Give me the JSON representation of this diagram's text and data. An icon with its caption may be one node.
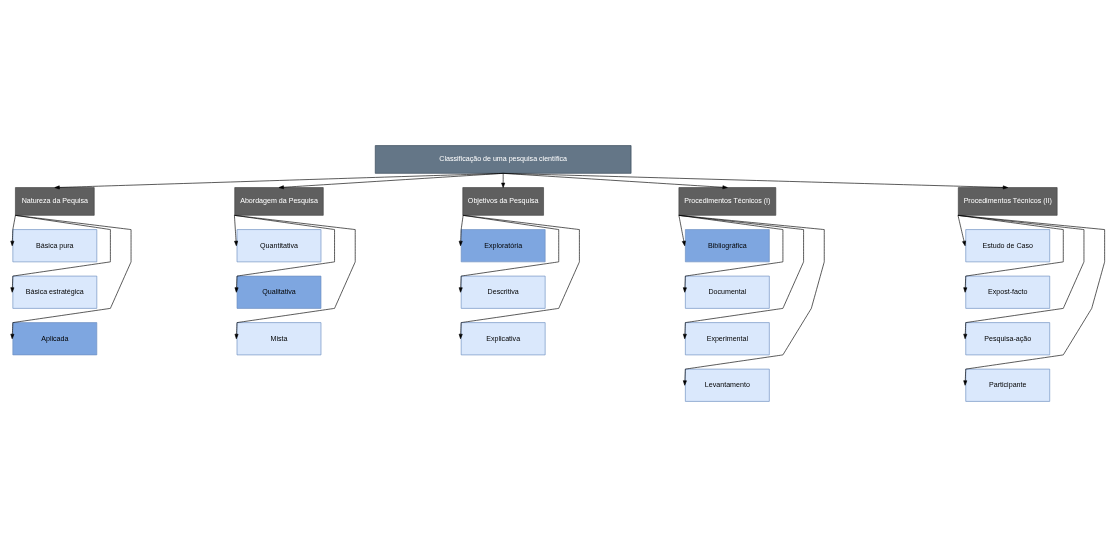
{
  "diagram": {
    "nodes": [
      {
        "text": [
          "Classificação de uma pesquisa científica"
        ]
      },
      {
        "text": [
          "Natureza da Pequisa"
        ]
      },
      {
        "text": [
          "Abordagem da Pesquisa"
        ]
      },
      {
        "text": [
          "Objetivos da Pesquisa"
        ]
      },
      {
        "text": [
          "Procedimentos Técnicos (I)"
        ]
      },
      {
        "text": [
          "Procedimentos Técnicos (II)"
        ]
      },
      {
        "text": [
          "Básica pura"
        ]
      },
      {
        "text": [
          "Básica estratégica"
        ]
      },
      {
        "text": [
          "Aplicada"
        ]
      },
      {
        "text": [
          "Quantitativa"
        ]
      },
      {
        "text": [
          "Qualitativa"
        ]
      },
      {
        "text": [
          "Mista"
        ]
      },
      {
        "text": [
          "Exploratória"
        ]
      },
      {
        "text": [
          "Descritiva"
        ]
      },
      {
        "text": [
          "Explicativa"
        ]
      },
      {
        "text": [
          "Bibliográfica"
        ]
      },
      {
        "text": [
          "Documental"
        ]
      },
      {
        "text": [
          "Experimental"
        ]
      },
      {
        "text": [
          "Levantamento"
        ]
      },
      {
        "text": [
          "Estudo de Caso"
        ]
      },
      {
        "text": [
          "Expost-facto"
        ]
      },
      {
        "text": [
          "Pesquisa-ação"
        ]
      },
      {
        "text": [
          "Participante"
        ]
      }
    ],
    "edges": [
      {
        "from": 0,
        "to": 1,
        "arrow": "to"
      },
      {
        "from": 0,
        "to": 2,
        "arrow": "to"
      },
      {
        "from": 0,
        "to": 3,
        "arrow": "to"
      },
      {
        "from": 0,
        "to": 4,
        "arrow": "to"
      },
      {
        "from": 0,
        "to": 5,
        "arrow": "to"
      },
      {
        "from": 1,
        "to": 6,
        "arrow": "to"
      },
      {
        "from": 1,
        "to": 7,
        "arrow": "to"
      },
      {
        "from": 1,
        "to": 8,
        "arrow": "to"
      },
      {
        "from": 2,
        "to": 9,
        "arrow": "to"
      },
      {
        "from": 2,
        "to": 10,
        "arrow": "to"
      },
      {
        "from": 2,
        "to": 11,
        "arrow": "to"
      },
      {
        "from": 3,
        "to": 12,
        "arrow": "to"
      },
      {
        "from": 3,
        "to": 13,
        "arrow": "to"
      },
      {
        "from": 3,
        "to": 14,
        "arrow": "to"
      },
      {
        "from": 4,
        "to": 15,
        "arrow": "to"
      },
      {
        "from": 4,
        "to": 16,
        "arrow": "to"
      },
      {
        "from": 4,
        "to": 17,
        "arrow": "to"
      },
      {
        "from": 4,
        "to": 18,
        "arrow": "to"
      },
      {
        "from": 5,
        "to": 19,
        "arrow": "to"
      },
      {
        "from": 5,
        "to": 20,
        "arrow": "to"
      },
      {
        "from": 5,
        "to": 21,
        "arrow": "to"
      },
      {
        "from": 5,
        "to": 22,
        "arrow": "to"
      }
    ]
  }
}
